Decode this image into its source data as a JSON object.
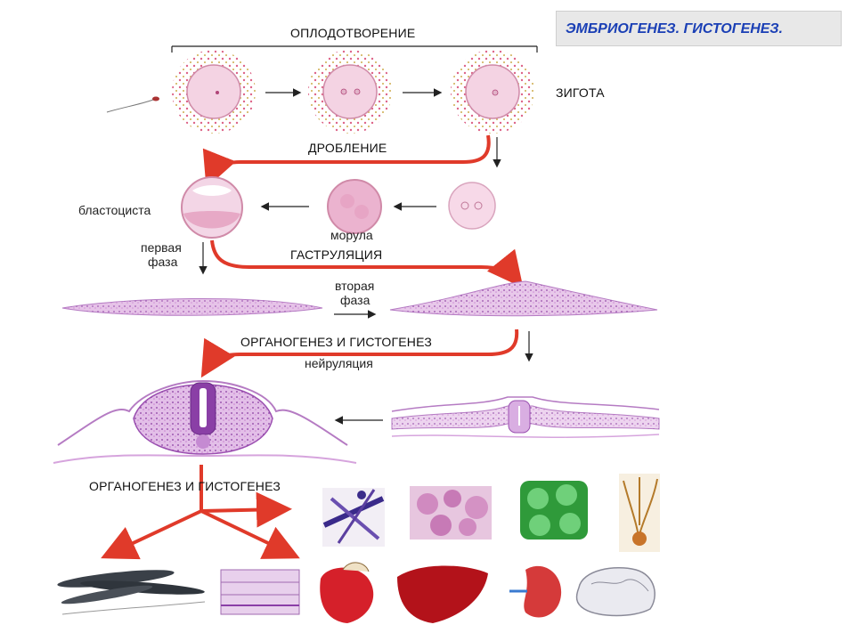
{
  "title": "ЭМБРИОГЕНЕЗ. ГИСТОГЕНЕЗ.",
  "stages": {
    "fertilization": "ОПЛОДОТВОРЕНИЕ",
    "zygote": "ЗИГОТА",
    "cleavage": "ДРОБЛЕНИЕ",
    "blastocyst": "бластоциста",
    "morula": "морула",
    "first_phase_line1": "первая",
    "first_phase_line2": "фаза",
    "gastrulation": "ГАСТРУЛЯЦИЯ",
    "second_phase_line1": "вторая",
    "second_phase_line2": "фаза",
    "organogenesis_1": "ОРГАНОГЕНЕЗ И ГИСТОГЕНЕЗ",
    "neurulation": "нейруляция",
    "organogenesis_2": "ОРГАНОГЕНЕЗ И ГИСТОГЕНЕЗ"
  },
  "colors": {
    "flow_arrow": "#e03a2a",
    "cell_pink": "#e9a9c8",
    "tissue_purple": "#9a4fb0",
    "title_text": "#1a3fb5"
  }
}
